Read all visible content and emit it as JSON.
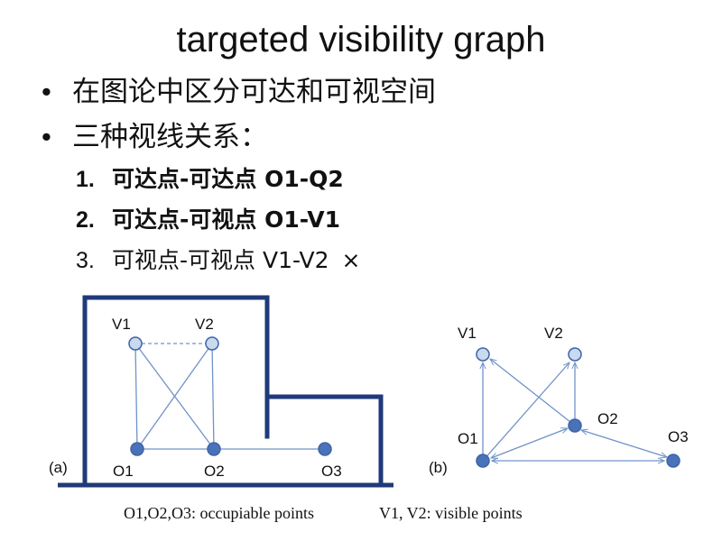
{
  "title": "targeted visibility graph",
  "bullets": [
    {
      "marker": "•",
      "text": "在图论中区分可达和可视空间"
    },
    {
      "marker": "•",
      "text": "三种视线关系："
    }
  ],
  "numbered": [
    {
      "num": "1.",
      "text": "可达点-可达点  O1-Q2",
      "bold": true,
      "mark": ""
    },
    {
      "num": "2.",
      "text": "可达点-可视点  O1-V1",
      "bold": true,
      "mark": ""
    },
    {
      "num": "3.",
      "text": "可视点-可视点 V1-V2",
      "bold": false,
      "mark": "×"
    }
  ],
  "diagram_a": {
    "panel_label": "(a)",
    "nodes": {
      "V1": "V1",
      "V2": "V2",
      "O1": "O1",
      "O2": "O2",
      "O3": "O3"
    }
  },
  "diagram_b": {
    "panel_label": "(b)",
    "nodes": {
      "V1": "V1",
      "V2": "V2",
      "O1": "O1",
      "O2": "O2",
      "O3": "O3"
    }
  },
  "captions": {
    "occupiable": "O1,O2,O3: occupiable points",
    "visible": "V1, V2: visible points"
  },
  "colors": {
    "wall": "#1f3a7a",
    "edge": "#6f93c9",
    "occupiable_fill": "#4a72b8",
    "visible_fill": "#c9d9ee",
    "node_stroke": "#3f64a8"
  }
}
